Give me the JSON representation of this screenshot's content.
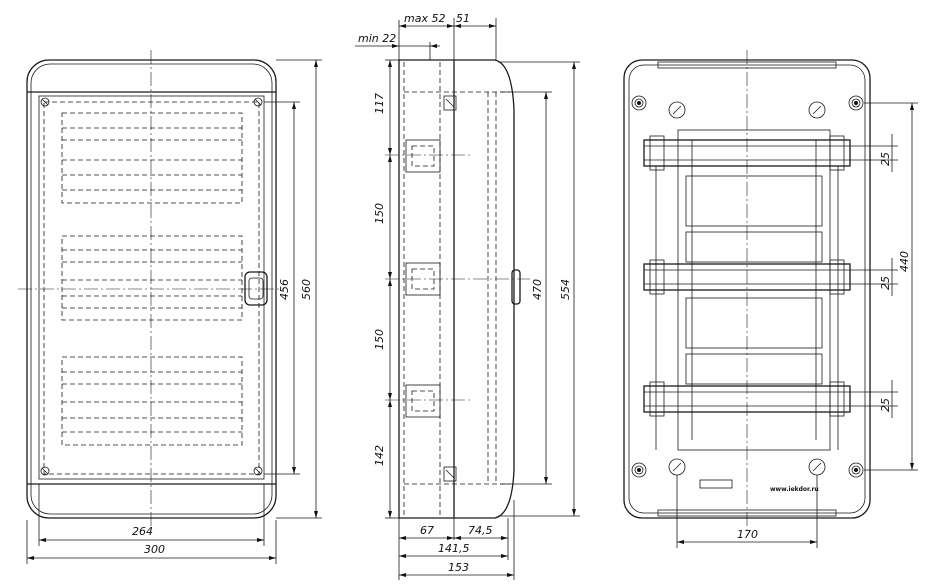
{
  "front_view": {
    "dim_inner_width": "264",
    "dim_outer_width": "300",
    "dim_inner_height": "456",
    "dim_outer_height": "560"
  },
  "side_view": {
    "dim_max": "max 52",
    "dim_top_right": "51",
    "dim_min": "min 22",
    "dim_117": "117",
    "dim_150a": "150",
    "dim_150b": "150",
    "dim_142": "142",
    "dim_470": "470",
    "dim_554": "554",
    "dim_67": "67",
    "dim_74_5": "74,5",
    "dim_141_5": "141,5",
    "dim_153": "153"
  },
  "back_view": {
    "dim_25a": "25",
    "dim_25b": "25",
    "dim_25c": "25",
    "dim_440": "440",
    "dim_170": "170",
    "website": "www.iekdor.ru"
  }
}
